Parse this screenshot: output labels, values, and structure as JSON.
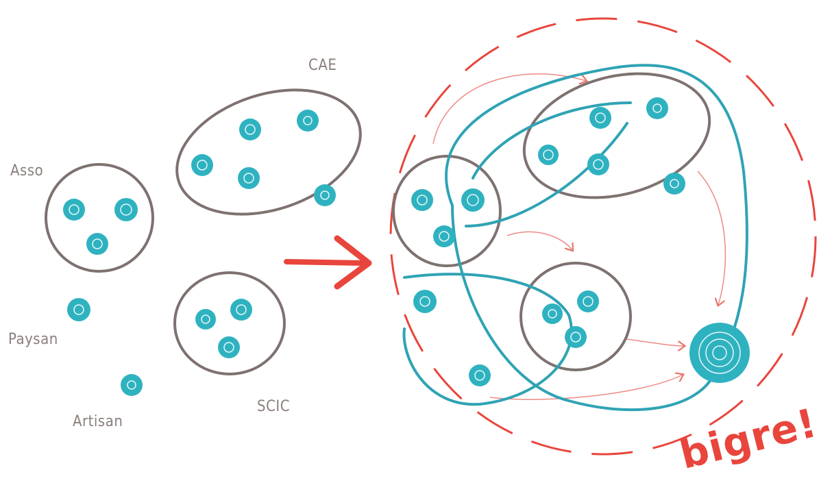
{
  "labels": {
    "asso": "Asso",
    "cae": "CAE",
    "paysan": "Paysan",
    "artisan": "Artisan",
    "scic": "SCIC"
  },
  "exclamation": "bigre!",
  "colors": {
    "group_outline": "#7d7270",
    "member": "#2fb2c0",
    "member_ring": "#e8f7f9",
    "arrow": "#e8453c",
    "link": "#2fa3b4"
  }
}
